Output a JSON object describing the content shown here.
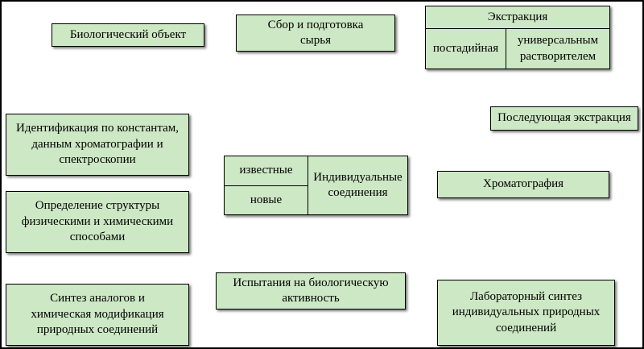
{
  "colors": {
    "box_fill": "#cde8c4",
    "box_border": "#000000",
    "background": "#ffffff"
  },
  "boxes": {
    "bio_object": "Биологический объект",
    "collection": "Сбор и подготовка\nсырья",
    "extraction": "Экстракция",
    "stagewise": "постадийная",
    "universal_solvent": "универсальным\nрастворителем",
    "subsequent_extraction": "Последующая экстракция",
    "identification": "Идентификация по константам,\nданным хроматографии и\nспектроскопии",
    "known": "известные",
    "new": "новые",
    "individual_compounds": "Индивидуальные\nсоединения",
    "chromatography": "Хроматография",
    "structure_determination": "Определение структуры\nфизическими и химическими\nспособами",
    "bioactivity_testing": "Испытания на биологическую\nактивность",
    "analog_synthesis": "Синтез аналогов и\nхимическая модификация\nприродных соединений",
    "lab_synthesis": "Лабораторный синтез\nиндивидуальных природных\nсоединений"
  }
}
